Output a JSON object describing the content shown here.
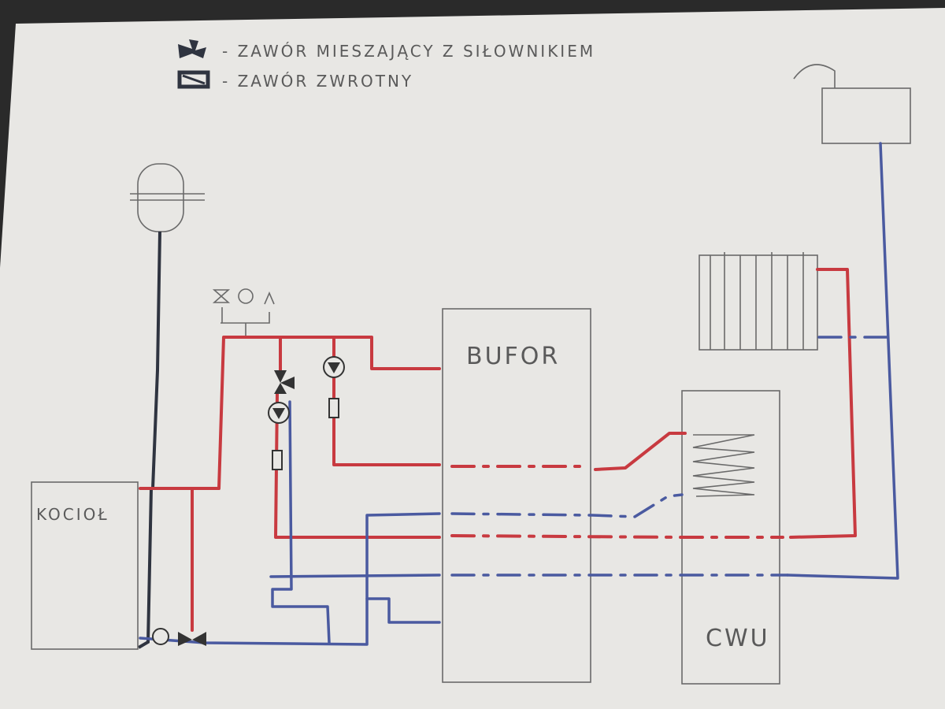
{
  "legend": {
    "mixing_valve": "- ZAWÓR MIESZAJĄCY Z SIŁOWNIKIEM",
    "check_valve": "- ZAWÓR ZWROTNY"
  },
  "components": {
    "boiler": "KOCIOŁ",
    "buffer": "BUFOR",
    "dhw": "CWU"
  },
  "colors": {
    "supply": "#c83a40",
    "return": "#4a5aa0",
    "expansion": "#2f3440",
    "paper": "#e8e7e4"
  }
}
